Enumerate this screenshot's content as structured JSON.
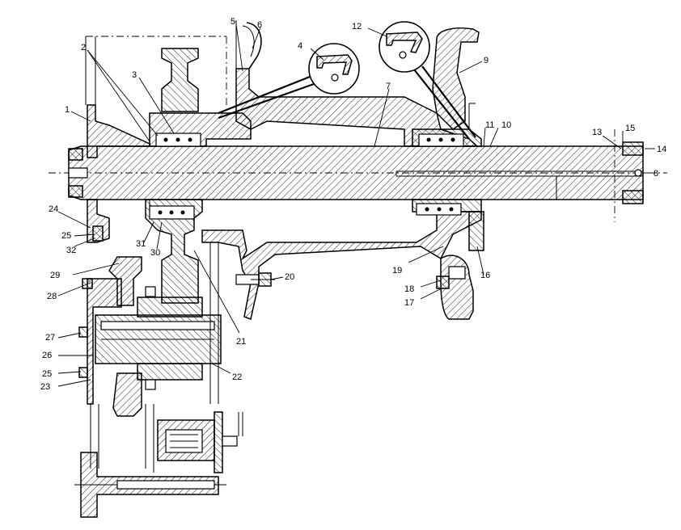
{
  "callouts": [
    {
      "id": "c1",
      "text": "1"
    },
    {
      "id": "c2",
      "text": "2"
    },
    {
      "id": "c3",
      "text": "3"
    },
    {
      "id": "c4",
      "text": "4"
    },
    {
      "id": "c5",
      "text": "5"
    },
    {
      "id": "c6",
      "text": "6"
    },
    {
      "id": "c7",
      "text": "7"
    },
    {
      "id": "c8",
      "text": "8"
    },
    {
      "id": "c9",
      "text": "9"
    },
    {
      "id": "c10",
      "text": "10"
    },
    {
      "id": "c11",
      "text": "11"
    },
    {
      "id": "c12",
      "text": "12"
    },
    {
      "id": "c13",
      "text": "13"
    },
    {
      "id": "c14",
      "text": "14"
    },
    {
      "id": "c15",
      "text": "15"
    },
    {
      "id": "c16",
      "text": "16"
    },
    {
      "id": "c17",
      "text": "17"
    },
    {
      "id": "c18",
      "text": "18"
    },
    {
      "id": "c19",
      "text": "19"
    },
    {
      "id": "c20",
      "text": "20"
    },
    {
      "id": "c21",
      "text": "21"
    },
    {
      "id": "c22",
      "text": "22"
    },
    {
      "id": "c23",
      "text": "23"
    },
    {
      "id": "c24",
      "text": "24"
    },
    {
      "id": "c25a",
      "text": "25"
    },
    {
      "id": "c25b",
      "text": "25"
    },
    {
      "id": "c26",
      "text": "26"
    },
    {
      "id": "c27",
      "text": "27"
    },
    {
      "id": "c28",
      "text": "28"
    },
    {
      "id": "c29",
      "text": "29"
    },
    {
      "id": "c30",
      "text": "30"
    },
    {
      "id": "c31",
      "text": "31"
    },
    {
      "id": "c32",
      "text": "32"
    }
  ]
}
